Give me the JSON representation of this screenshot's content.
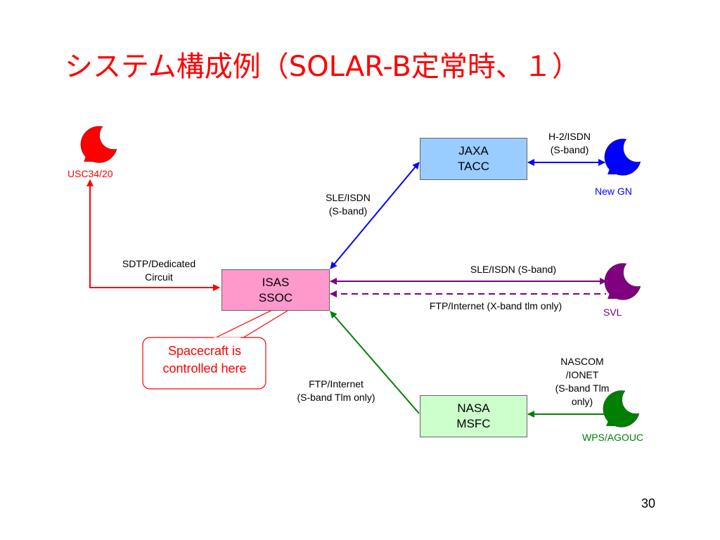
{
  "title": "システム構成例（SOLAR-B定常時、１）",
  "nodes": {
    "jaxa": {
      "line1": "JAXA",
      "line2": "TACC"
    },
    "isas": {
      "line1": "ISAS",
      "line2": "SSOC"
    },
    "nasa": {
      "line1": "NASA",
      "line2": "MSFC"
    }
  },
  "stations": {
    "usc": "USC34/20",
    "newgn": "New GN",
    "svl": "SVL",
    "wps": "WPS/AGOUC"
  },
  "links": {
    "h2isdn": {
      "line1": "H-2/ISDN",
      "line2": "(S-band)"
    },
    "sle_isdn_jaxa": {
      "line1": "SLE/ISDN",
      "line2": "(S-band)"
    },
    "sdtp": {
      "line1": "SDTP/Dedicated",
      "line2": "Circuit"
    },
    "sle_isdn_svl": "SLE/ISDN (S-band)",
    "ftp_svl": "FTP/Internet (X-band tlm only)",
    "ftp_nasa": {
      "line1": "FTP/Internet",
      "line2": "(S-band Tlm only)"
    },
    "nascom": {
      "line1": "NASCOM",
      "line2": "/IONET",
      "line3": "(S-band Tlm",
      "line4": "only)"
    }
  },
  "callout": {
    "line1": "Spacecraft is",
    "line2": "controlled here"
  },
  "page_number": "30",
  "colors": {
    "title": "#ff0000",
    "red": "#ff0000",
    "blue": "#0000ff",
    "purple": "#800080",
    "green": "#008000",
    "jaxa_fill": "#99ccff",
    "isas_fill": "#ff99cc",
    "nasa_fill": "#ccffcc"
  }
}
